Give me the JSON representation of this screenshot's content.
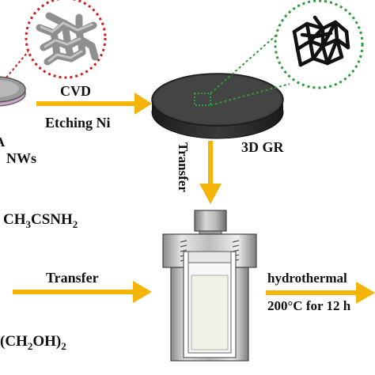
{
  "labels": {
    "cvd": "CVD",
    "etching": "Etching Ni",
    "gr_3d": "3D GR",
    "transfer_vertical": "Transfer",
    "transfer_horizontal": "Transfer",
    "nws_partial": "NWs",
    "a_partial": "A",
    "hydrothermal": "hydrothermal",
    "conditions": "200°C for 12 h"
  },
  "chemicals": {
    "thioacetamide": {
      "pre": "CH",
      "sub1": "3",
      "mid": "CSNH",
      "sub2": "2"
    },
    "glycol_fragment": {
      "pre": "(CH",
      "sub1": "2",
      "mid": "OH)",
      "sub2": "2"
    }
  },
  "colors": {
    "arrow": "#f5b40a",
    "nickel_zoom_border": "#d01c1c",
    "graphene_zoom_border": "#2f9a3a",
    "disk": "#333333",
    "autoclave_body": "#c9c9c9",
    "liner": "#f1f1e6"
  },
  "icons": {
    "nickel_foam": "porous-network-icon",
    "graphene": "3d-graphene-network-icon",
    "autoclave": "autoclave-icon"
  }
}
